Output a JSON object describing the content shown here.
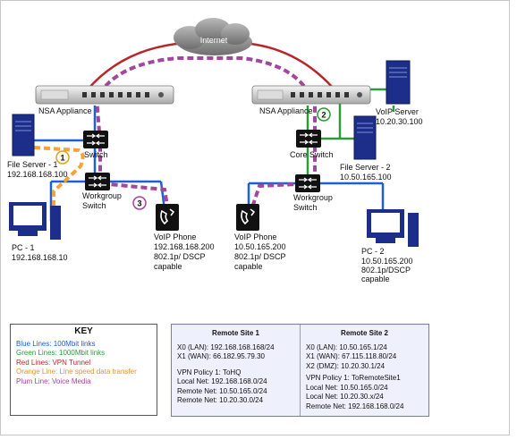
{
  "internet": {
    "label": "Internet"
  },
  "left": {
    "appliance": "NSA Appliance",
    "switch": "Switch",
    "workgroup": [
      "Workgroup",
      "Switch"
    ],
    "file_server": [
      "File Server - 1",
      "192.168.168.100"
    ],
    "pc": [
      "PC - 1",
      "192.168.168.10"
    ],
    "voip_phone": [
      "VoIP Phone",
      "192.168.168.200",
      "802.1p/ DSCP",
      "capable"
    ]
  },
  "right": {
    "appliance": "NSA Appliance",
    "core_switch": "Core Switch",
    "workgroup": [
      "Workgroup",
      "Switch"
    ],
    "voip_server": [
      "VoIP Server",
      "10.20.30.100"
    ],
    "file_server": [
      "File Server - 2",
      "10.50.165.100"
    ],
    "voip_phone": [
      "VoIP Phone",
      "10.50.165.200",
      "802.1p/ DSCP",
      "capable"
    ],
    "pc": [
      "PC - 2",
      "10.50.165.200",
      "802.1p/DSCP",
      "capable"
    ]
  },
  "markers": [
    "1",
    "2",
    "3"
  ],
  "colors": {
    "blue": "#1f5fd6",
    "green": "#2e9a3a",
    "red": "#b8262b",
    "orange": "#f2a33a",
    "plum": "#a2479c"
  },
  "key": {
    "title": "KEY",
    "items": [
      {
        "text": "Blue Lines: 100Mbit links",
        "color": "#1f5fd6"
      },
      {
        "text": "Green Lines: 1000Mbit links",
        "color": "#2e9a3a"
      },
      {
        "text": "Red Lines: VPN Tunnel",
        "color": "#b8262b"
      },
      {
        "text": "Orange Line: Line speed data transfer",
        "color": "#f2a33a"
      },
      {
        "text": "Plum Line: Voice Media",
        "color": "#a2479c"
      }
    ]
  },
  "sites": [
    {
      "title": "Remote Site 1",
      "iface": [
        "X0 (LAN): 192.168.168.168/24",
        "X1 (WAN): 66.182.95.79.30"
      ],
      "vpn": [
        "VPN Policy 1: ToHQ",
        "Local Net: 192.168.168.0/24",
        "Remote Net: 10.50.165.0/24",
        "Remote Net: 10.20.30.0/24"
      ]
    },
    {
      "title": "Remote Site 2",
      "iface": [
        "X0 (LAN): 10.50.165.1/24",
        "X1 (WAN): 67.115.118.80/24",
        "X2 (DMZ): 10.20.30.1/24"
      ],
      "vpn": [
        "VPN Policy 1: ToRemoteSite1",
        "Local Net: 10.50.165.0/24",
        "Local Net: 10.20.30.x/24",
        "Remote Net: 192.168.168.0/24"
      ]
    }
  ]
}
